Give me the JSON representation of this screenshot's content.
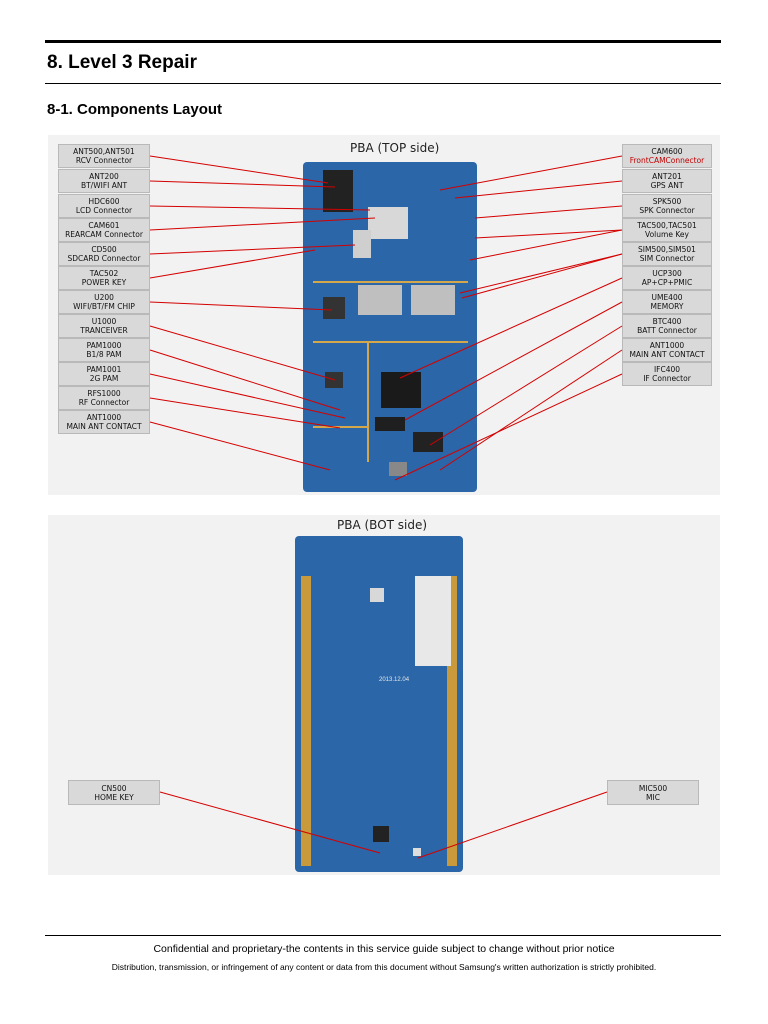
{
  "header": {
    "section_title": "8. Level 3 Repair",
    "subsection_title": "8-1. Components Layout"
  },
  "top_figure": {
    "title": "PBA (TOP side)",
    "left_labels": [
      {
        "line1": "ANT500,ANT501",
        "line2": "RCV Connector"
      },
      {
        "line1": "ANT200",
        "line2": "BT/WIFI ANT"
      },
      {
        "line1": "HDC600",
        "line2": "LCD Connector"
      },
      {
        "line1": "CAM601",
        "line2": "REARCAM Connector"
      },
      {
        "line1": "CD500",
        "line2": "SDCARD Connector"
      },
      {
        "line1": "TAC502",
        "line2": "POWER KEY"
      },
      {
        "line1": "U200",
        "line2": "WIFI/BT/FM CHIP"
      },
      {
        "line1": "U1000",
        "line2": "TRANCEIVER"
      },
      {
        "line1": "PAM1000",
        "line2": "B1/8 PAM"
      },
      {
        "line1": "PAM1001",
        "line2": "2G PAM"
      },
      {
        "line1": "RFS1000",
        "line2": "RF Connector"
      },
      {
        "line1": "ANT1000",
        "line2": "MAIN ANT CONTACT"
      }
    ],
    "right_labels": [
      {
        "line1": "CAM600",
        "line2": "FrontCAMConnector"
      },
      {
        "line1": "ANT201",
        "line2": "GPS ANT"
      },
      {
        "line1": "SPK500",
        "line2": "SPK Connector"
      },
      {
        "line1": "TAC500,TAC501",
        "line2": "Volume Key"
      },
      {
        "line1": "SIM500,SIM501",
        "line2": "SIM Connector"
      },
      {
        "line1": "UCP300",
        "line2": "AP+CP+PMIC"
      },
      {
        "line1": "UME400",
        "line2": "MEMORY"
      },
      {
        "line1": "BTC400",
        "line2": "BATT Connector"
      },
      {
        "line1": "ANT1000",
        "line2": "MAIN ANT CONTACT"
      },
      {
        "line1": "IFC400",
        "line2": "IF Connector"
      }
    ]
  },
  "bottom_figure": {
    "title": "PBA (BOT side)",
    "left_labels": [
      {
        "line1": "CN500",
        "line2": "HOME KEY"
      }
    ],
    "right_labels": [
      {
        "line1": "MIC500",
        "line2": "MIC"
      }
    ],
    "board_marking": "2013.12.04"
  },
  "colors": {
    "pcb": "#2a66a8",
    "leader_line": "#d40000",
    "label_fill": "#d9d9d9"
  },
  "footer": {
    "line1": "Confidential and proprietary-the contents in this service guide subject to change without prior notice",
    "line2": "Distribution, transmission, or infringement of any content or data from this document without Samsung's written authorization is strictly prohibited."
  }
}
